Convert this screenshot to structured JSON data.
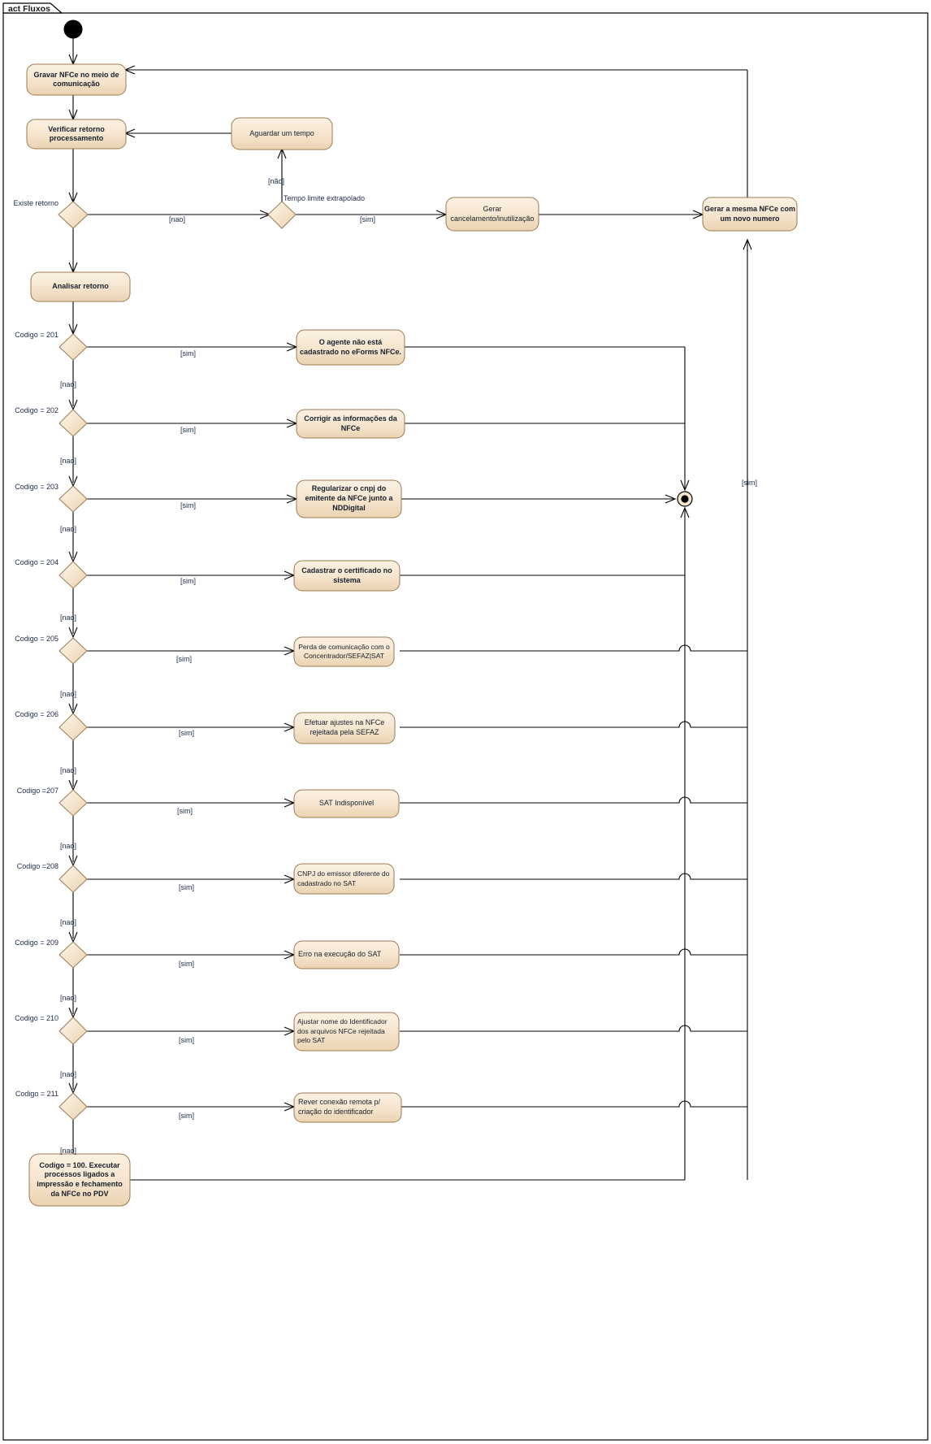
{
  "diagram": {
    "tab_label": "act Fluxos",
    "type": "uml-activity-diagram",
    "colors": {
      "action_fill_top": "#faeedd",
      "action_fill_bottom": "#eed9bb",
      "action_stroke": "#9a7a52",
      "edge": "#000000",
      "label_text": "#1a2a4a",
      "background": "#ffffff"
    }
  },
  "nodes": {
    "initial": {
      "name": "initial-node"
    },
    "final": {
      "name": "activity-final-node"
    },
    "actions": [
      {
        "id": "gravar",
        "label": "Gravar NFCe no meio de comunicação"
      },
      {
        "id": "verificar",
        "label": "Verificar retorno processamento"
      },
      {
        "id": "aguardar",
        "label": "Aguardar um tempo"
      },
      {
        "id": "gerar_cancel",
        "label": "Gerar cancelamento/inutilização"
      },
      {
        "id": "gerar_mesma",
        "label": "Gerar a mesma NFCe com um novo numero"
      },
      {
        "id": "analisar",
        "label": "Analisar retorno"
      },
      {
        "id": "a201",
        "label": "O agente não está cadastrado no eForms NFCe."
      },
      {
        "id": "a202",
        "label": "Corrigir as informações da NFCe"
      },
      {
        "id": "a203",
        "label": "Regularizar o cnpj do emitente da NFCe junto a NDDigital"
      },
      {
        "id": "a204",
        "label": "Cadastrar o certificado no sistema"
      },
      {
        "id": "a205",
        "label": "Perda de comunicação com o Concentrador/SEFAZ|SAT"
      },
      {
        "id": "a206",
        "label": "Efetuar ajustes na NFCe rejeitada pela SEFAZ"
      },
      {
        "id": "a207",
        "label": "SAT Indisponível"
      },
      {
        "id": "a208",
        "label": "CNPJ do emissor diferente do cadastrado no SAT"
      },
      {
        "id": "a209",
        "label": "Erro na execução do SAT"
      },
      {
        "id": "a210",
        "label": "Ajustar nome do Identificador dos arquivos NFCe rejeitada pelo SAT"
      },
      {
        "id": "a211",
        "label": "Rever conexão remota p/ criação do identificador"
      },
      {
        "id": "a100",
        "label": "Codigo = 100. Executar processos ligados a impressão e fechamento da NFCe no PDV"
      }
    ],
    "decisions": [
      {
        "id": "d_existe",
        "label": "Existe retorno"
      },
      {
        "id": "d_tempo",
        "label": "Tempo limite extrapolado"
      },
      {
        "id": "d_201",
        "label": "Codigo = 201"
      },
      {
        "id": "d_202",
        "label": "Codigo = 202"
      },
      {
        "id": "d_203",
        "label": "Codigo = 203"
      },
      {
        "id": "d_204",
        "label": "Codigo = 204"
      },
      {
        "id": "d_205",
        "label": "Codigo = 205"
      },
      {
        "id": "d_206",
        "label": "Codigo = 206"
      },
      {
        "id": "d_207",
        "label": "Codigo =207"
      },
      {
        "id": "d_208",
        "label": "Codigo =208"
      },
      {
        "id": "d_209",
        "label": "Codigo = 209"
      },
      {
        "id": "d_210",
        "label": "Codigo = 210"
      },
      {
        "id": "d_211",
        "label": "Codigo = 211"
      }
    ]
  },
  "edge_labels": {
    "nao_lower": "[nao]",
    "nao_accent": "[não]",
    "sim": "[sim]",
    "existe_nao": "[nao]",
    "tempo_sim": "[sim]",
    "right_sim": "[sim]",
    "g201": "[sim]",
    "g202": "[sim]",
    "g203": "[sim]",
    "g204": "[sim]",
    "g205": "[sim]",
    "g206": "[sim]",
    "g207": "[sim]",
    "g208": "[sim]",
    "g209": "[sim]",
    "g210": "[sim]",
    "g211": "[sim]",
    "n201": "[nao]",
    "n202": "[nao]",
    "n203": "[nao]",
    "n204": "[nao]",
    "n205": "[nao]",
    "n206": "[nao]",
    "n207": "[nao]",
    "n208": "[nao]",
    "n209": "[nao]",
    "n210": "[nao]",
    "n211": "[nao]"
  }
}
